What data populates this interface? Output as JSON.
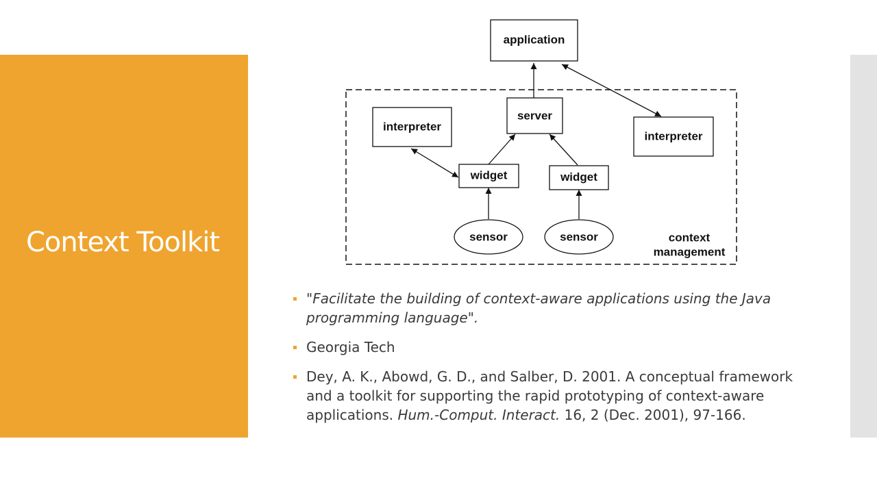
{
  "slide": {
    "title": "Context Toolkit",
    "accent_color": "#EFA42F",
    "strip_color": "#E3E3E3"
  },
  "diagram": {
    "nodes": {
      "application": "application",
      "server": "server",
      "interpreter_left": "interpreter",
      "interpreter_right": "interpreter",
      "widget_left": "widget",
      "widget_right": "widget",
      "sensor_left": "sensor",
      "sensor_right": "sensor"
    },
    "region_label_line1": "context",
    "region_label_line2": "management"
  },
  "bullets": {
    "item1": "\"Facilitate the building of context-aware applications using the Java programming language\".",
    "item2": "Georgia Tech",
    "item3_main": "Dey, A. K., Abowd, G. D., and Salber, D. 2001. A conceptual framework and a toolkit for supporting the rapid prototyping of context-aware applications.",
    "item3_journal": "Hum.-Comput. Interact.",
    "item3_tail": "16, 2 (Dec. 2001), 97-166."
  }
}
